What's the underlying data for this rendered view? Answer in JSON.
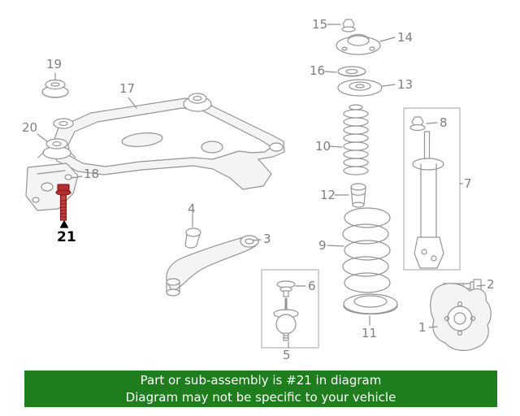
{
  "banner": {
    "line1": "Part or sub-assembly is #21 in diagram",
    "line2": "Diagram may not be specific to your vehicle",
    "bg_color": "#1e7e1e",
    "text_color": "#ffffff"
  },
  "highlight": {
    "part": "21",
    "color": "#a82323"
  },
  "labels": {
    "p1": "1",
    "p2": "2",
    "p3": "3",
    "p4": "4",
    "p5": "5",
    "p6": "6",
    "p7": "7",
    "p8": "8",
    "p9": "9",
    "p10": "10",
    "p11": "11",
    "p12": "12",
    "p13": "13",
    "p14": "14",
    "p15": "15",
    "p16": "16",
    "p17": "17",
    "p18": "18",
    "p19": "19",
    "p20": "20",
    "p21": "21"
  }
}
